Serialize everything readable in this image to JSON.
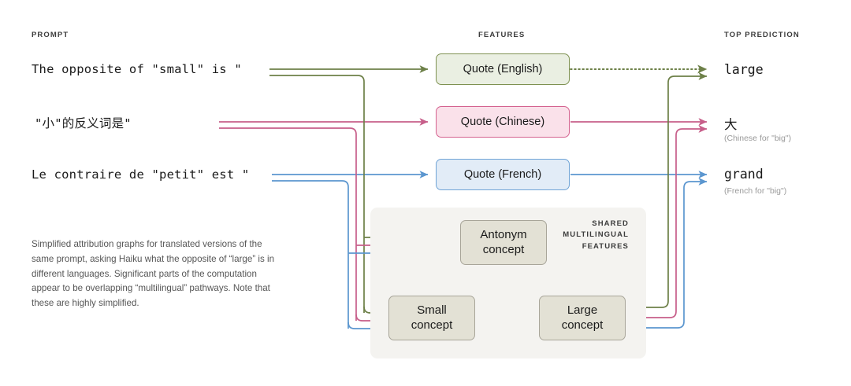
{
  "columns": {
    "prompt_label": "PROMPT",
    "features_label": "FEATURES",
    "prediction_label": "TOP PREDICTION"
  },
  "colors": {
    "english": "#6d8048",
    "chinese": "#c75f8a",
    "french": "#5b96cf",
    "english_fill": "#eaefe2",
    "english_border": "#7e9151",
    "chinese_fill": "#fae1ea",
    "chinese_border": "#d4628f",
    "french_fill": "#e2ecf7",
    "french_border": "#6fa3d6",
    "concept_fill": "#e3e1d5",
    "concept_border": "#a8a599",
    "panel_fill": "#f4f3f0",
    "label_gray": "#3c3c3c",
    "note_gray": "#9a9a9a",
    "caption_gray": "#565656"
  },
  "rows": [
    {
      "id": "english",
      "prompt": "The opposite of \"small\" is \"",
      "feature": "Quote (English)",
      "prediction": "large",
      "prediction_note": "",
      "quote_to_prediction_style": "dotted"
    },
    {
      "id": "chinese",
      "prompt": "\"小\"的反义词是\"",
      "feature": "Quote (Chinese)",
      "prediction": "大",
      "prediction_note": "(Chinese for \"big\")",
      "quote_to_prediction_style": "solid"
    },
    {
      "id": "french",
      "prompt": "Le contraire de \"petit\" est \"",
      "feature": "Quote (French)",
      "prediction": "grand",
      "prediction_note": "(French for \"big\")",
      "quote_to_prediction_style": "solid"
    }
  ],
  "shared": {
    "label_line1": "SHARED",
    "label_line2": "MULTILINGUAL",
    "label_line3": "FEATURES",
    "concepts": [
      {
        "id": "antonym",
        "line1": "Antonym",
        "line2": "concept"
      },
      {
        "id": "small",
        "line1": "Small",
        "line2": "concept"
      },
      {
        "id": "large",
        "line1": "Large",
        "line2": "concept"
      }
    ]
  },
  "caption": {
    "text": "Simplified attribution graphs for translated versions of the same prompt, asking Haiku what the opposite of “large” is in different languages. Significant parts of the computation appear to be overlapping “multilingual” pathways. Note that these are highly simplified."
  },
  "chart_data": {
    "type": "diagram",
    "title": "Multilingual attribution graphs",
    "nodes": [
      {
        "id": "prompt_en",
        "label": "The opposite of \"small\" is \"",
        "column": "prompt",
        "lang": "english"
      },
      {
        "id": "prompt_zh",
        "label": "\"小\"的反义词是\"",
        "column": "prompt",
        "lang": "chinese"
      },
      {
        "id": "prompt_fr",
        "label": "Le contraire de \"petit\" est \"",
        "column": "prompt",
        "lang": "french"
      },
      {
        "id": "quote_en",
        "label": "Quote (English)",
        "column": "features",
        "lang": "english"
      },
      {
        "id": "quote_zh",
        "label": "Quote (Chinese)",
        "column": "features",
        "lang": "chinese"
      },
      {
        "id": "quote_fr",
        "label": "Quote (French)",
        "column": "features",
        "lang": "french"
      },
      {
        "id": "antonym",
        "label": "Antonym concept",
        "column": "shared",
        "lang": "multi"
      },
      {
        "id": "small",
        "label": "Small concept",
        "column": "shared",
        "lang": "multi"
      },
      {
        "id": "large",
        "label": "Large concept",
        "column": "shared",
        "lang": "multi"
      },
      {
        "id": "pred_en",
        "label": "large",
        "column": "prediction",
        "lang": "english"
      },
      {
        "id": "pred_zh",
        "label": "大",
        "column": "prediction",
        "lang": "chinese"
      },
      {
        "id": "pred_fr",
        "label": "grand",
        "column": "prediction",
        "lang": "french"
      }
    ],
    "edges": [
      {
        "from": "prompt_en",
        "to": "quote_en",
        "style": "solid",
        "lang": "english"
      },
      {
        "from": "prompt_zh",
        "to": "quote_zh",
        "style": "solid",
        "lang": "chinese"
      },
      {
        "from": "prompt_fr",
        "to": "quote_fr",
        "style": "solid",
        "lang": "french"
      },
      {
        "from": "prompt_en",
        "to": "antonym",
        "style": "solid",
        "lang": "english"
      },
      {
        "from": "prompt_zh",
        "to": "antonym",
        "style": "solid",
        "lang": "chinese"
      },
      {
        "from": "prompt_fr",
        "to": "antonym",
        "style": "solid",
        "lang": "french"
      },
      {
        "from": "prompt_en",
        "to": "small",
        "style": "solid",
        "lang": "english"
      },
      {
        "from": "prompt_zh",
        "to": "small",
        "style": "solid",
        "lang": "chinese"
      },
      {
        "from": "prompt_fr",
        "to": "small",
        "style": "solid",
        "lang": "french"
      },
      {
        "from": "small",
        "to": "large",
        "style": "solid",
        "lang": "english"
      },
      {
        "from": "small",
        "to": "large",
        "style": "solid",
        "lang": "chinese"
      },
      {
        "from": "small",
        "to": "large",
        "style": "solid",
        "lang": "french"
      },
      {
        "from": "antonym",
        "to": "small_large_edge",
        "style": "dotted",
        "lang": "english"
      },
      {
        "from": "antonym",
        "to": "small_large_edge",
        "style": "dotted",
        "lang": "chinese"
      },
      {
        "from": "antonym",
        "to": "small_large_edge",
        "style": "dotted",
        "lang": "french"
      },
      {
        "from": "quote_en",
        "to": "pred_en",
        "style": "dotted",
        "lang": "english"
      },
      {
        "from": "quote_zh",
        "to": "pred_zh",
        "style": "solid",
        "lang": "chinese"
      },
      {
        "from": "quote_fr",
        "to": "pred_fr",
        "style": "solid",
        "lang": "french"
      },
      {
        "from": "large",
        "to": "pred_en",
        "style": "solid",
        "lang": "english"
      },
      {
        "from": "large",
        "to": "pred_zh",
        "style": "solid",
        "lang": "chinese"
      },
      {
        "from": "large",
        "to": "pred_fr",
        "style": "solid",
        "lang": "french"
      }
    ]
  }
}
